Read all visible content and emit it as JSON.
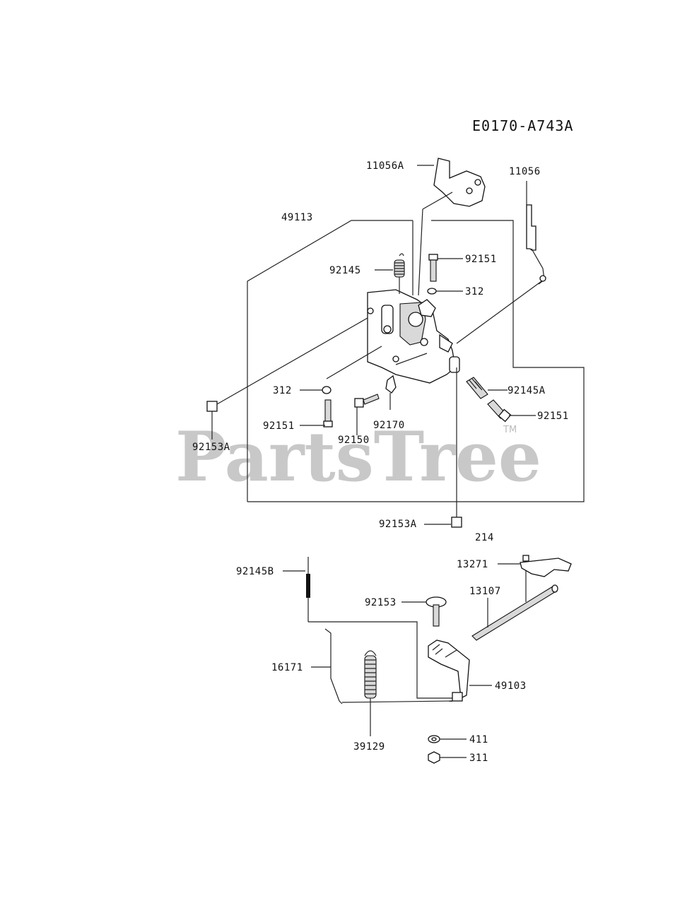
{
  "diagram": {
    "code": "E0170-A743A",
    "watermark": "PartsTree",
    "watermark_mark": "TM",
    "callouts": [
      "11056A",
      "11056",
      "49113",
      "92145",
      "92151",
      "312",
      "312",
      "92145A",
      "92151",
      "92151",
      "92170",
      "92150",
      "92153A",
      "92153A",
      "214",
      "13271",
      "92145B",
      "13107",
      "92153",
      "16171",
      "49103",
      "39129",
      "411",
      "311"
    ]
  }
}
